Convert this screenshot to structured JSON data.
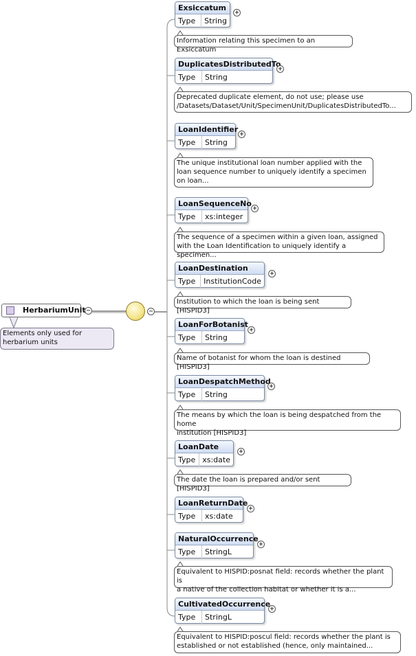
{
  "root": {
    "name": "HerbariumUnit",
    "doc": "Elements only used for\nherbarium units"
  },
  "type_key": "Type",
  "elements": [
    {
      "name": "Exsiccatum",
      "type": "String",
      "doc": "Information relating this specimen to an Exsiccatum"
    },
    {
      "name": "DuplicatesDistributedTo",
      "type": "String",
      "doc": "Deprecated duplicate element, do not use; please use\n/Datasets/Dataset/Unit/SpecimenUnit/DuplicatesDistributedTo..."
    },
    {
      "name": "LoanIdentifier",
      "type": "String",
      "doc": "The unique institutional loan number applied with the\nloan sequence number to uniquely identify a specimen\non loan..."
    },
    {
      "name": "LoanSequenceNo",
      "type": "xs:integer",
      "doc": "The sequence of a specimen within a given loan, assigned\nwith the Loan Identification to uniquely identify a specimen..."
    },
    {
      "name": "LoanDestination",
      "type": "InstitutionCode",
      "doc": "Institution to which the loan is being sent [HISPID3]"
    },
    {
      "name": "LoanForBotanist",
      "type": "String",
      "doc": "Name of botanist for whom the loan is destined [HISPID3]"
    },
    {
      "name": "LoanDespatchMethod",
      "type": "String",
      "doc": "The means by which the loan is being despatched from the home\ninstitution [HISPID3]"
    },
    {
      "name": "LoanDate",
      "type": "xs:date",
      "doc": "The date the loan is prepared and/or sent [HISPID3]"
    },
    {
      "name": "LoanReturnDate",
      "type": "xs:date",
      "doc": ""
    },
    {
      "name": "NaturalOccurrence",
      "type": "StringL",
      "doc": "Equivalent to HISPID:posnat field: records whether the plant is\na native of the collection habitat or whether it is a..."
    },
    {
      "name": "CultivatedOccurrence",
      "type": "StringL",
      "doc": "Equivalent to HISPID:poscul field: records whether the plant is\nestablished or not established (hence, only maintained..."
    }
  ],
  "toggles": {
    "collapse": "−",
    "expand": "+"
  }
}
